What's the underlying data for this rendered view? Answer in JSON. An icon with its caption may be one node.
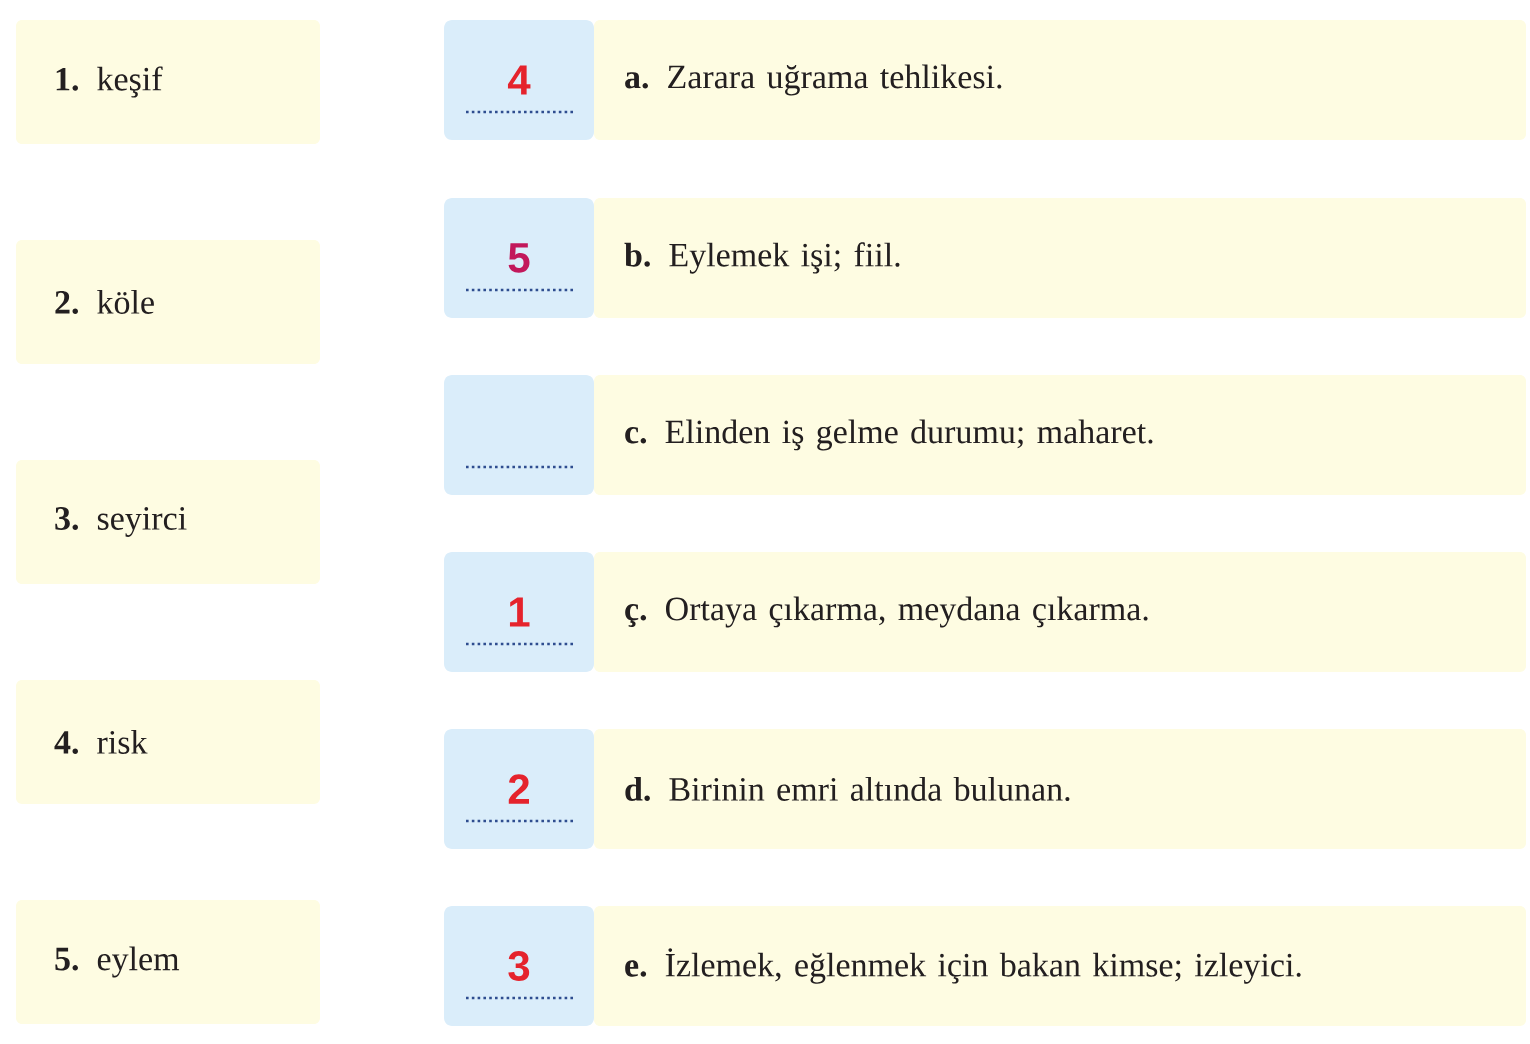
{
  "diagram": {
    "nodes": [
      {
        "text": [
          "**1.** keşif"
        ]
      },
      {
        "text": [
          "**2.** köle"
        ]
      },
      {
        "text": [
          "**3.** seyirci"
        ]
      },
      {
        "text": [
          "**4.** risk"
        ]
      },
      {
        "text": [
          "**5.** eylem"
        ]
      },
      {
        "text": [
          "4"
        ]
      },
      {
        "text": [
          "**a.** Zarara uğrama tehlikesi."
        ]
      },
      {
        "text": [
          "5"
        ]
      },
      {
        "text": [
          "**b.** Eylemek işi; fiil."
        ]
      },
      {
        "text": [],
        "shape": "box"
      },
      {
        "text": [
          "**c.** Elinden iş gelme durumu; maharet."
        ]
      },
      {
        "text": [
          "1"
        ]
      },
      {
        "text": [
          "**ç.** Ortaya çıkarma, meydana çıkarma."
        ]
      },
      {
        "text": [
          "2"
        ]
      },
      {
        "text": [
          "**d.** Birinin emri altında bulunan."
        ]
      },
      {
        "text": [
          "3"
        ]
      },
      {
        "text": [
          "**e.** İzlemek, eğlenmek için bakan kimse; izleyici."
        ]
      }
    ]
  }
}
